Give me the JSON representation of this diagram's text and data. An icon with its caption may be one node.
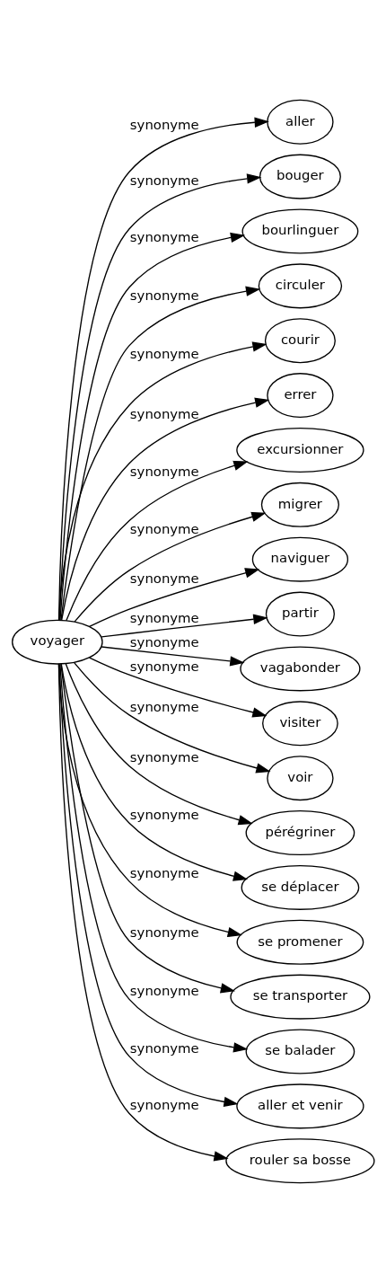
{
  "diagram": {
    "nodes": [
      {
        "text": [
          "voyager"
        ]
      },
      {
        "text": [
          "aller"
        ]
      },
      {
        "text": [
          "bouger"
        ]
      },
      {
        "text": [
          "bourlinguer"
        ]
      },
      {
        "text": [
          "circuler"
        ]
      },
      {
        "text": [
          "courir"
        ]
      },
      {
        "text": [
          "errer"
        ]
      },
      {
        "text": [
          "excursionner"
        ]
      },
      {
        "text": [
          "migrer"
        ]
      },
      {
        "text": [
          "naviguer"
        ]
      },
      {
        "text": [
          "partir"
        ]
      },
      {
        "text": [
          "vagabonder"
        ]
      },
      {
        "text": [
          "visiter"
        ]
      },
      {
        "text": [
          "voir"
        ]
      },
      {
        "text": [
          "pérégriner"
        ]
      },
      {
        "text": [
          "se déplacer"
        ]
      },
      {
        "text": [
          "se promener"
        ]
      },
      {
        "text": [
          "se transporter"
        ]
      },
      {
        "text": [
          "se balader"
        ]
      },
      {
        "text": [
          "aller et venir"
        ]
      },
      {
        "text": [
          "rouler sa bosse"
        ]
      }
    ],
    "edges": [
      {
        "from": 0,
        "to": 1,
        "arrow": "to",
        "label": "synonyme"
      },
      {
        "from": 0,
        "to": 2,
        "arrow": "to",
        "label": "synonyme"
      },
      {
        "from": 0,
        "to": 3,
        "arrow": "to",
        "label": "synonyme"
      },
      {
        "from": 0,
        "to": 4,
        "arrow": "to",
        "label": "synonyme"
      },
      {
        "from": 0,
        "to": 5,
        "arrow": "to",
        "label": "synonyme"
      },
      {
        "from": 0,
        "to": 6,
        "arrow": "to",
        "label": "synonyme"
      },
      {
        "from": 0,
        "to": 7,
        "arrow": "to",
        "label": "synonyme"
      },
      {
        "from": 0,
        "to": 8,
        "arrow": "to",
        "label": "synonyme"
      },
      {
        "from": 0,
        "to": 9,
        "arrow": "to",
        "label": "synonyme"
      },
      {
        "from": 0,
        "to": 10,
        "arrow": "to",
        "label": "synonyme"
      },
      {
        "from": 0,
        "to": 11,
        "arrow": "to",
        "label": "synonyme"
      },
      {
        "from": 0,
        "to": 12,
        "arrow": "to",
        "label": "synonyme"
      },
      {
        "from": 0,
        "to": 13,
        "arrow": "to",
        "label": "synonyme"
      },
      {
        "from": 0,
        "to": 14,
        "arrow": "to",
        "label": "synonyme"
      },
      {
        "from": 0,
        "to": 15,
        "arrow": "to",
        "label": "synonyme"
      },
      {
        "from": 0,
        "to": 16,
        "arrow": "to",
        "label": "synonyme"
      },
      {
        "from": 0,
        "to": 17,
        "arrow": "to",
        "label": "synonyme"
      },
      {
        "from": 0,
        "to": 18,
        "arrow": "to",
        "label": "synonyme"
      },
      {
        "from": 0,
        "to": 19,
        "arrow": "to",
        "label": "synonyme"
      },
      {
        "from": 0,
        "to": 20,
        "arrow": "to",
        "label": "synonyme"
      }
    ]
  }
}
